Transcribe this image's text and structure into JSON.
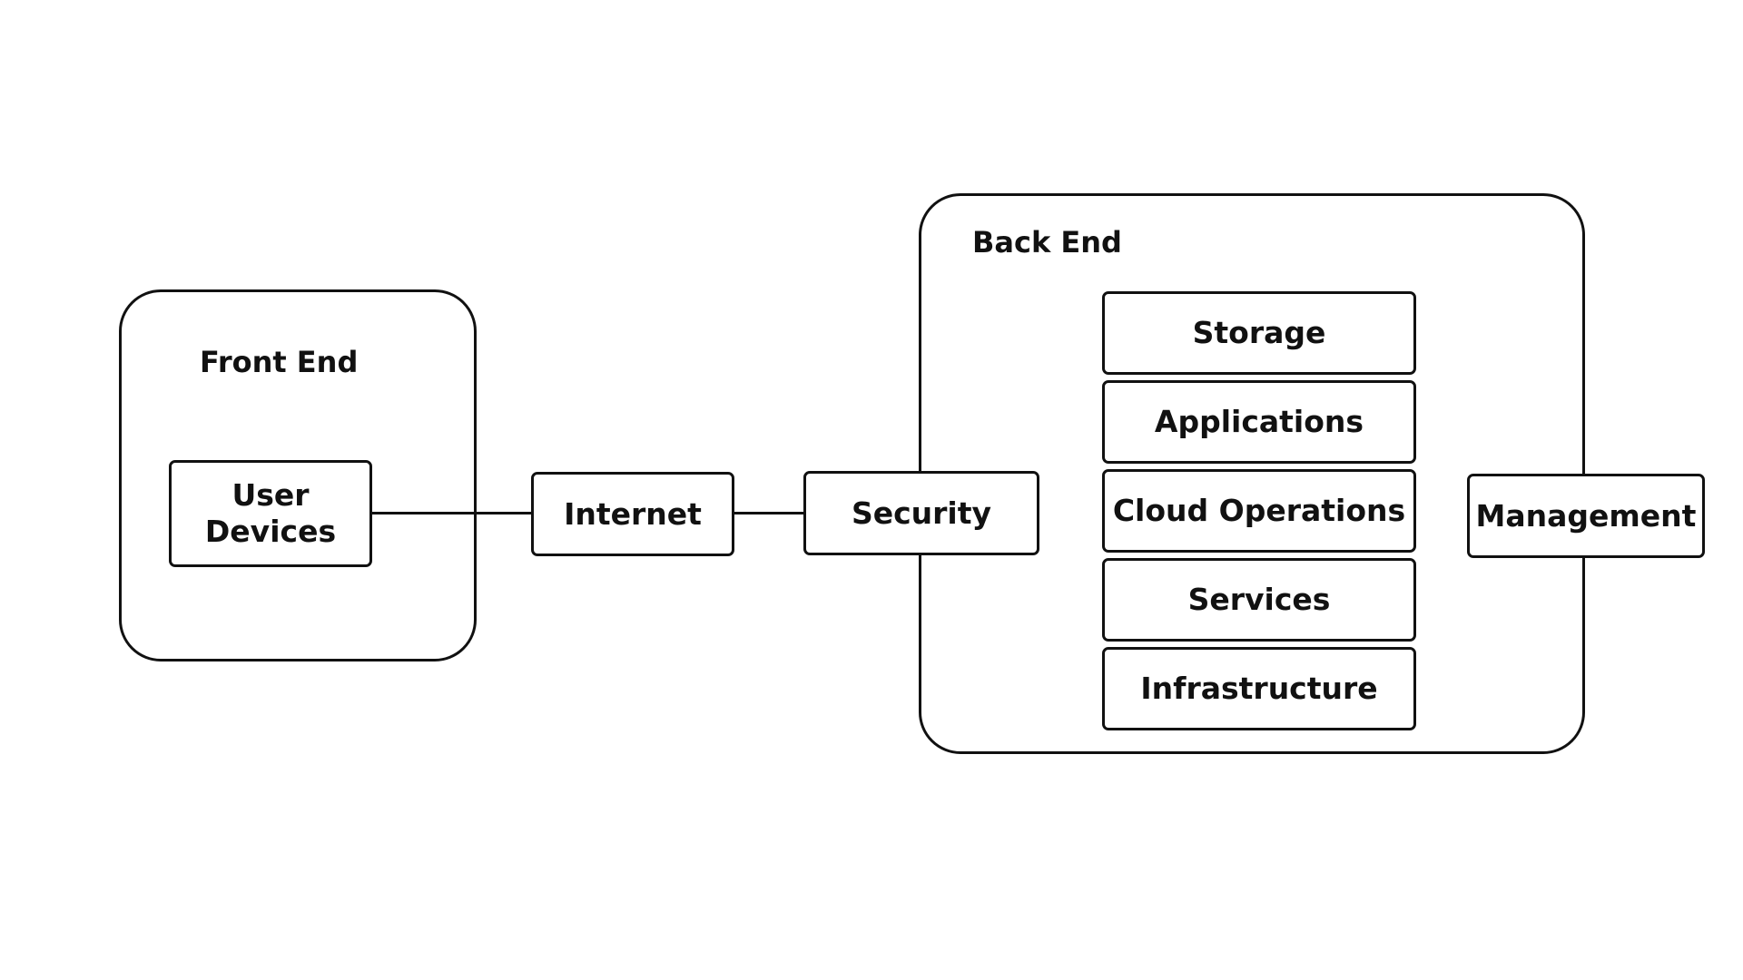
{
  "diagram": {
    "groups": {
      "front_end": {
        "label": "Front End"
      },
      "back_end": {
        "label": "Back End"
      }
    },
    "nodes": {
      "user_devices": {
        "label": "User Devices"
      },
      "internet": {
        "label": "Internet"
      },
      "security": {
        "label": "Security"
      },
      "management": {
        "label": "Management"
      }
    },
    "back_end_stack": [
      {
        "label": "Storage"
      },
      {
        "label": "Applications"
      },
      {
        "label": "Cloud Operations"
      },
      {
        "label": "Services"
      },
      {
        "label": "Infrastructure"
      }
    ],
    "edges": [
      {
        "from": "User Devices",
        "to": "Internet"
      },
      {
        "from": "Internet",
        "to": "Security"
      }
    ],
    "colors": {
      "stroke": "#111111",
      "background": "#ffffff"
    }
  }
}
